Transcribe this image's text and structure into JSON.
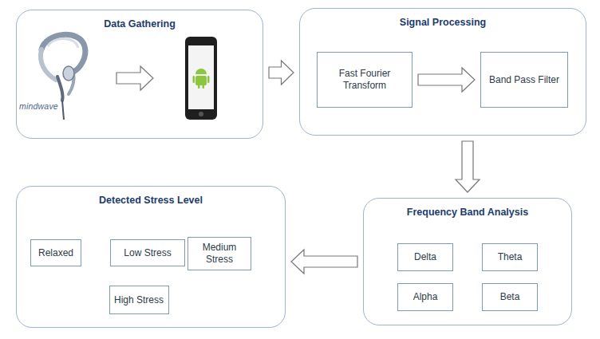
{
  "diagram": {
    "nodes": [
      {
        "text": [
          "Data Gathering"
        ]
      },
      {
        "text": [
          "Signal Processing"
        ]
      },
      {
        "text": [
          "Fast Fourier Transform"
        ],
        "in": 1
      },
      {
        "text": [
          "Band Pass Filter"
        ],
        "in": 1
      },
      {
        "text": [
          "Detected Stress Level"
        ]
      },
      {
        "text": [
          "Relaxed"
        ],
        "in": 4
      },
      {
        "text": [
          "Low Stress"
        ],
        "in": 4
      },
      {
        "text": [
          "Medium Stress"
        ],
        "in": 4
      },
      {
        "text": [
          "High Stress"
        ],
        "in": 4
      },
      {
        "text": [
          "Frequency Band Analysis"
        ]
      },
      {
        "text": [
          "Delta"
        ],
        "in": 9
      },
      {
        "text": [
          "Theta"
        ],
        "in": 9
      },
      {
        "text": [
          "Alpha"
        ],
        "in": 9
      },
      {
        "text": [
          "Beta"
        ],
        "in": 9
      }
    ],
    "edges": [
      {
        "from": 0,
        "to": 1,
        "arrow": "to"
      },
      {
        "from": 2,
        "to": 3,
        "arrow": "to"
      },
      {
        "from": 1,
        "to": 9,
        "arrow": "to"
      },
      {
        "from": 9,
        "to": 4,
        "arrow": "to"
      }
    ],
    "labels": [
      "mindwave"
    ]
  }
}
